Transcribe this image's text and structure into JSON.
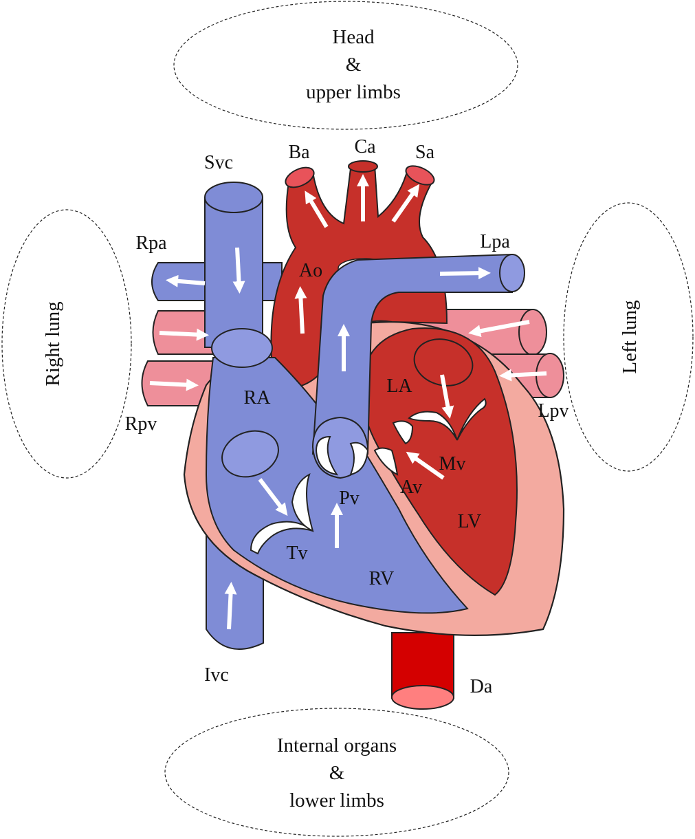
{
  "regions": {
    "top": [
      "Head",
      "&",
      "upper limbs"
    ],
    "bottom": [
      "Internal organs",
      "&",
      "lower limbs"
    ],
    "left": "Right lung",
    "right": "Left lung"
  },
  "vessels": {
    "svc": "Svc",
    "ivc": "Ivc",
    "ba": "Ba",
    "ca": "Ca",
    "sa": "Sa",
    "rpa": "Rpa",
    "lpa": "Lpa",
    "rpv": "Rpv",
    "lpv": "Lpv",
    "ao": "Ao",
    "da": "Da"
  },
  "chambers": {
    "ra": "RA",
    "rv": "RV",
    "la": "LA",
    "lv": "LV"
  },
  "valves": {
    "tv": "Tv",
    "pv": "Pv",
    "av": "Av",
    "mv": "Mv"
  },
  "colors": {
    "deoxygenated": "#7f8cd6",
    "oxygenated": "#c6302a",
    "myocardium": "#f3aaa0",
    "pulmonary_vein": "#ee8f9a",
    "descending_aorta": "#d40000",
    "flow_arrow": "#ffffff"
  }
}
